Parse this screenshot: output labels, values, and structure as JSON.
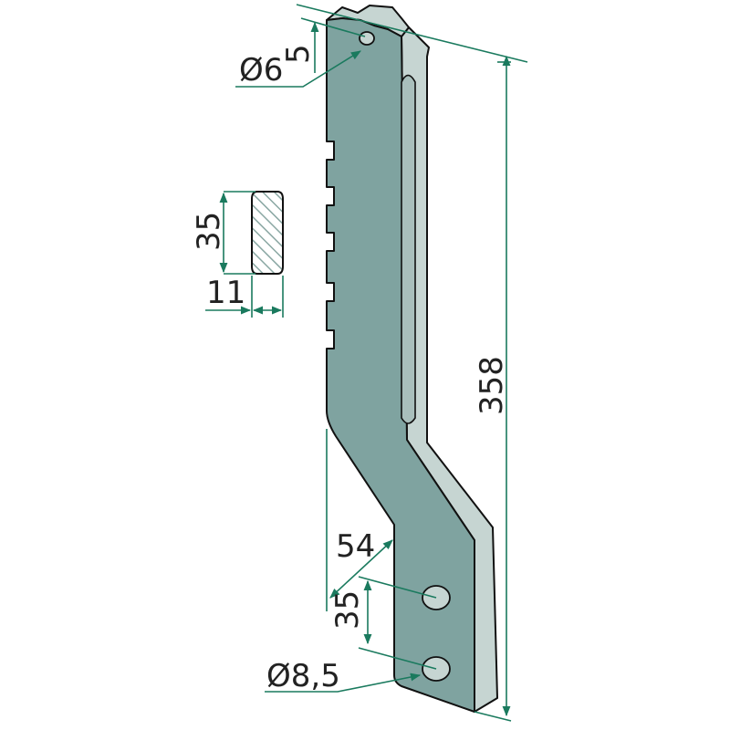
{
  "drawing": {
    "title": "Tine bar with rack teeth",
    "colors": {
      "face": "#7fa3a0",
      "side": "#c6d5d2",
      "outline": "#111111",
      "dimension": "#1a7a5e",
      "hatch": "#8aa7a3"
    },
    "dimensions": {
      "top_hole_diameter": "Ø6",
      "top_hole_offset": "5",
      "section_height": "35",
      "section_width": "11",
      "overall_length": "358",
      "offset": "54",
      "hole_spacing": "35",
      "bottom_hole_diameter": "Ø8,5"
    }
  }
}
